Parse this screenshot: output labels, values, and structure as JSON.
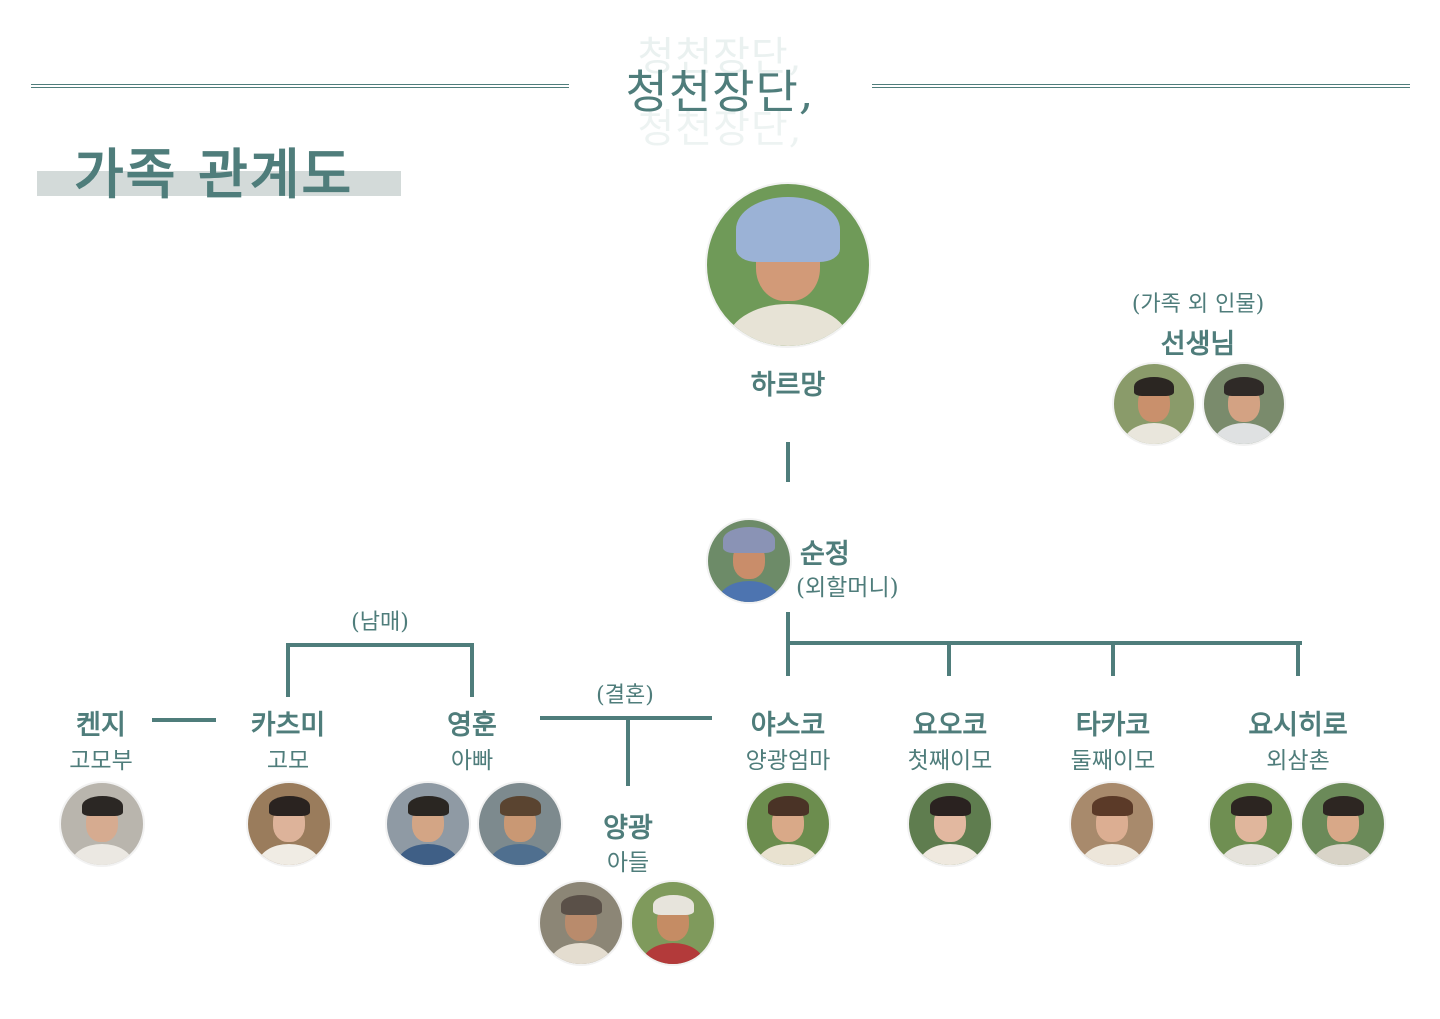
{
  "header": {
    "title": "청천장단,",
    "heading": "가족 관계도"
  },
  "people": {
    "hareumang": {
      "name": "하르망"
    },
    "sunjeong": {
      "name": "순정",
      "role": "(외할머니)"
    },
    "kenji": {
      "name": "켄지",
      "role": "고모부"
    },
    "katsumi": {
      "name": "카츠미",
      "role": "고모"
    },
    "younghoon": {
      "name": "영훈",
      "role": "아빠"
    },
    "yanggwang": {
      "name": "양광",
      "role": "아들"
    },
    "yasuko": {
      "name": "야스코",
      "role": "양광엄마"
    },
    "yoko": {
      "name": "요오코",
      "role": "첫째이모"
    },
    "takako": {
      "name": "타카코",
      "role": "둘째이모"
    },
    "yoshihiro": {
      "name": "요시히로",
      "role": "외삼촌"
    },
    "teacher": {
      "name": "선생님",
      "role": "(가족 외 인물)"
    }
  },
  "relations": {
    "siblings": "(남매)",
    "marriage": "(결혼)"
  },
  "colors": {
    "accent": "#4f7d7b",
    "heading_bar": "#d3dad9"
  }
}
